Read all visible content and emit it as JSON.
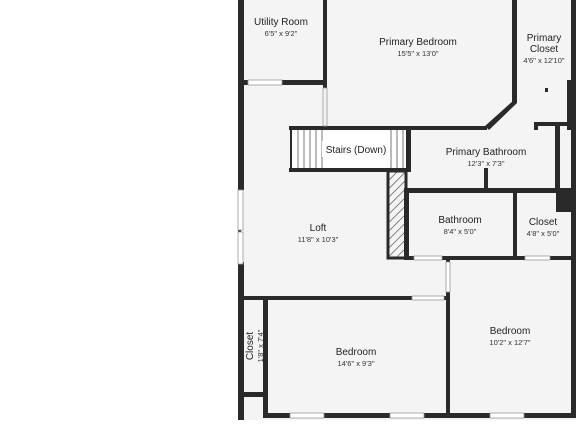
{
  "colors": {
    "floor": "#f4f4f4",
    "wall": "#2a2a2a",
    "background": "#ffffff",
    "text": "#222222"
  },
  "rooms": {
    "utility_room": {
      "name": "Utility Room",
      "dims": "6'5\" x 9'2\""
    },
    "primary_bedroom": {
      "name": "Primary Bedroom",
      "dims": "15'5\" x 13'0\""
    },
    "primary_closet": {
      "name_line1": "Primary",
      "name_line2": "Closet",
      "dims": "4'6\" x 12'10\""
    },
    "stairs": {
      "name": "Stairs (Down)"
    },
    "primary_bathroom": {
      "name": "Primary Bathroom",
      "dims": "12'3\" x 7'3\""
    },
    "loft": {
      "name": "Loft",
      "dims": "11'8\" x 10'3\""
    },
    "bathroom": {
      "name": "Bathroom",
      "dims": "8'4\" x 5'0\""
    },
    "closet_right": {
      "name": "Closet",
      "dims": "4'8\" x 5'0\""
    },
    "closet_left": {
      "name": "Closet",
      "dims": "1'8\" x 7'4\""
    },
    "bedroom_left": {
      "name": "Bedroom",
      "dims": "14'6\" x 9'3\""
    },
    "bedroom_right": {
      "name": "Bedroom",
      "dims": "10'2\" x 12'7\""
    }
  }
}
